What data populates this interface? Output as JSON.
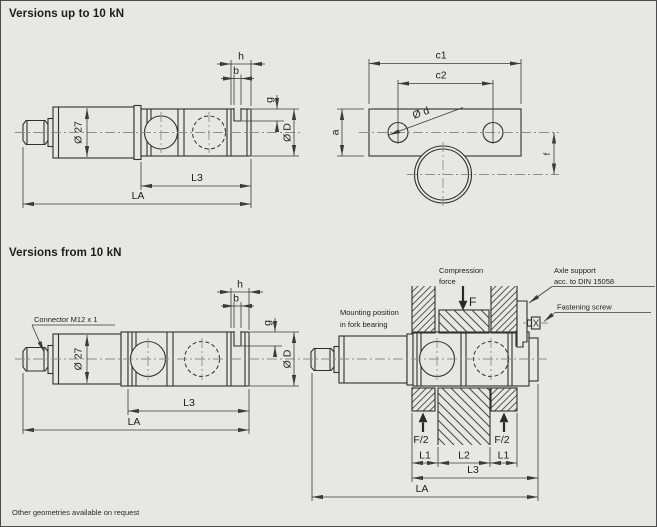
{
  "titles": {
    "top": "Versions up to 10 kN",
    "bottom": "Versions from 10 kN"
  },
  "footer": {
    "note": "Other geometries available on request"
  },
  "labels": {
    "dia27": "Ø 27",
    "h": "h",
    "b": "b",
    "g": "g",
    "diaD": "Ø D",
    "L3": "L3",
    "LA": "LA",
    "c1": "c1",
    "c2": "c2",
    "a": "a",
    "diad": "Ø d",
    "f": "f",
    "L1": "L1",
    "L2": "L2",
    "F": "F",
    "F_half": "F/2",
    "connector": "Connector M12 x 1",
    "compression_1": "Compression",
    "compression_2": "force",
    "axle_support_1": "Axle support",
    "axle_support_2": "acc. to DIN 15058",
    "fastening_screw": "Fastening screw",
    "mounting_1": "Mounting position",
    "mounting_2": "in fork bearing"
  },
  "colors": {
    "background": "#e7e7e5",
    "object_line": "#2f2f2f",
    "dimension_line": "#3b3b3b",
    "centerline": "#8e8e8e",
    "text": "#1d1d1d"
  }
}
